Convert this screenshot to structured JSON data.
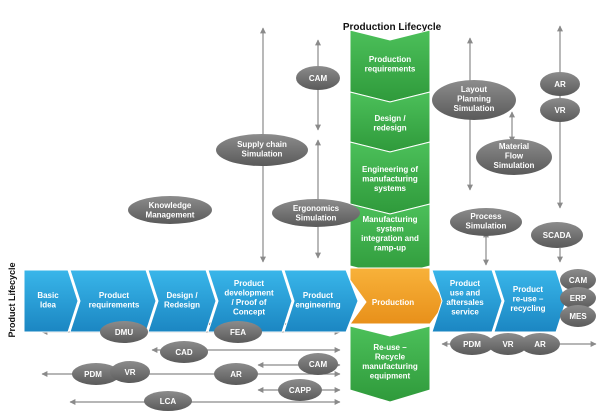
{
  "title": "Production Lifecycle",
  "side_label": "Product Lifecycle",
  "colors": {
    "green": "#3db54a",
    "green_dark": "#2f9a3b",
    "blue": "#27a9e1",
    "blue_dark": "#1b86c2",
    "orange": "#f5a022",
    "ellipse": "#6f6f6f",
    "ellipse_text": "#ffffff",
    "arrow": "#8a8a8a"
  },
  "production_stages": [
    {
      "label": "Production requirements"
    },
    {
      "label": "Design / redesign"
    },
    {
      "label": "Engineering of manufacturing systems"
    },
    {
      "label": "Manufacturing system integration and ramp-up"
    }
  ],
  "center_stage": {
    "label": "Production"
  },
  "reuse_stage": {
    "label": "Re-use – Recycle manufacturing equipment"
  },
  "product_stages": [
    {
      "label": "Basic Idea"
    },
    {
      "label": "Product requirements"
    },
    {
      "label": "Design / Redesign"
    },
    {
      "label": "Product development / Proof of Concept"
    },
    {
      "label": "Product engineering"
    },
    {
      "label": "Product use and aftersales service"
    },
    {
      "label": "Product re-use – recycling"
    }
  ],
  "tools": [
    {
      "label": "CAM"
    },
    {
      "label": "Supply chain Simulation"
    },
    {
      "label": "Knowledge Management"
    },
    {
      "label": "Ergonomics Simulation"
    },
    {
      "label": "Layout Planning Simulation"
    },
    {
      "label": "Material Flow Simulation"
    },
    {
      "label": "Process Simulation"
    },
    {
      "label": "AR"
    },
    {
      "label": "VR"
    },
    {
      "label": "SCADA"
    },
    {
      "label": "CAM"
    },
    {
      "label": "ERP"
    },
    {
      "label": "MES"
    },
    {
      "label": "DMU"
    },
    {
      "label": "FEA"
    },
    {
      "label": "CAD"
    },
    {
      "label": "CAM"
    },
    {
      "label": "PDM"
    },
    {
      "label": "VR"
    },
    {
      "label": "AR"
    },
    {
      "label": "CAPP"
    },
    {
      "label": "LCA"
    },
    {
      "label": "PDM"
    },
    {
      "label": "VR"
    },
    {
      "label": "AR"
    }
  ]
}
